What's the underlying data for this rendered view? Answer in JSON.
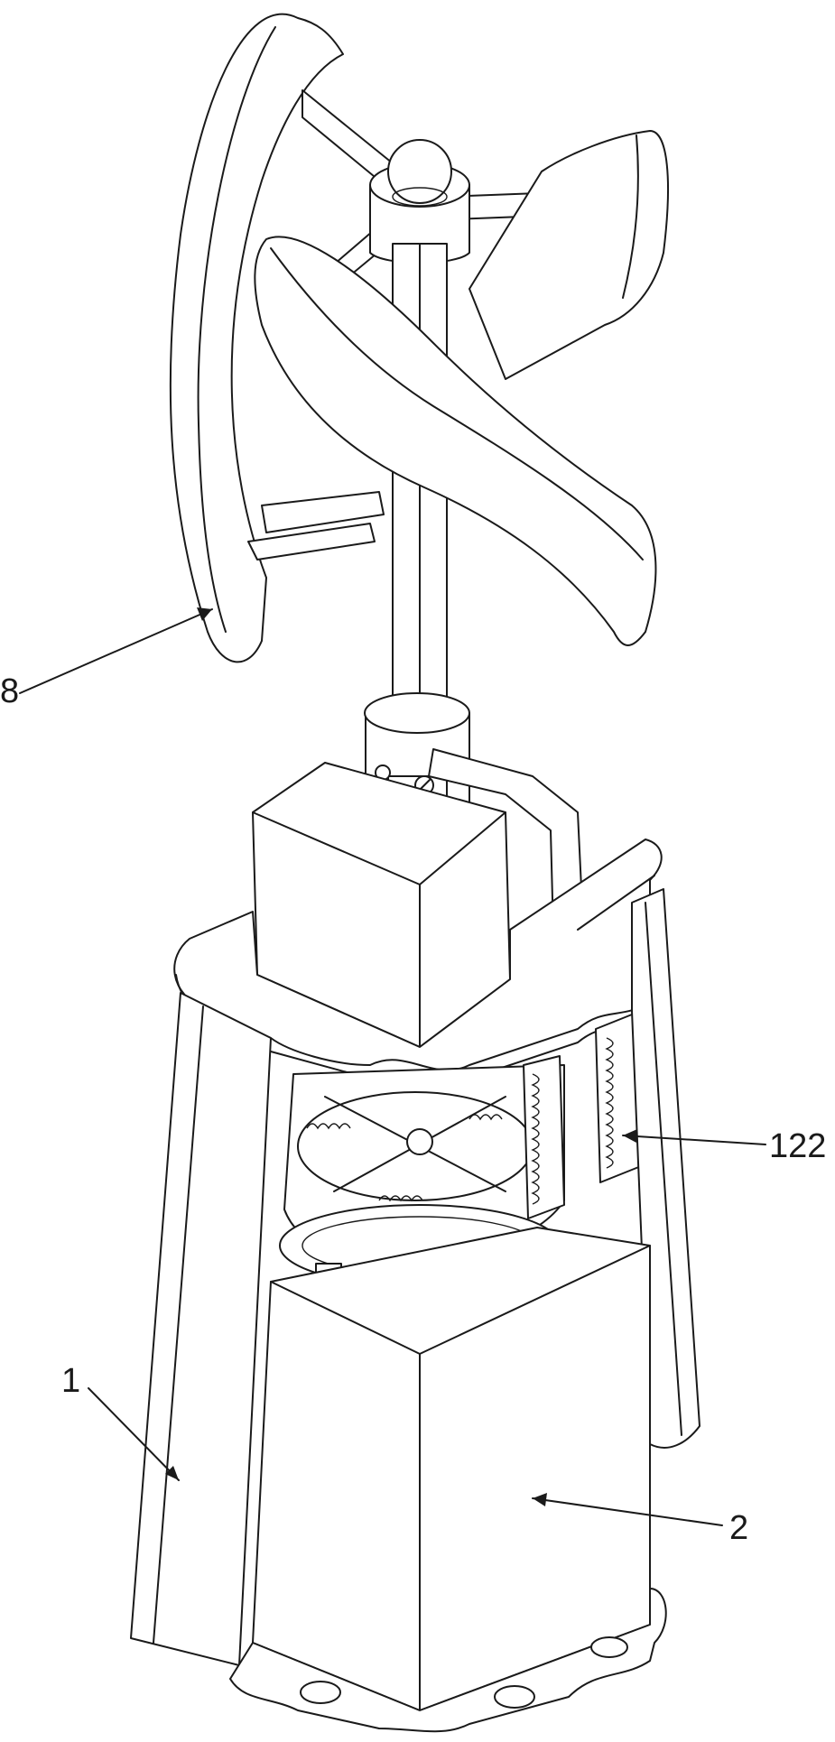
{
  "labels": {
    "blade": "8",
    "spring_assembly": "122",
    "frame": "1",
    "housing": "2"
  },
  "colors": {
    "line": "#1a1a1a",
    "background": "#ffffff"
  }
}
